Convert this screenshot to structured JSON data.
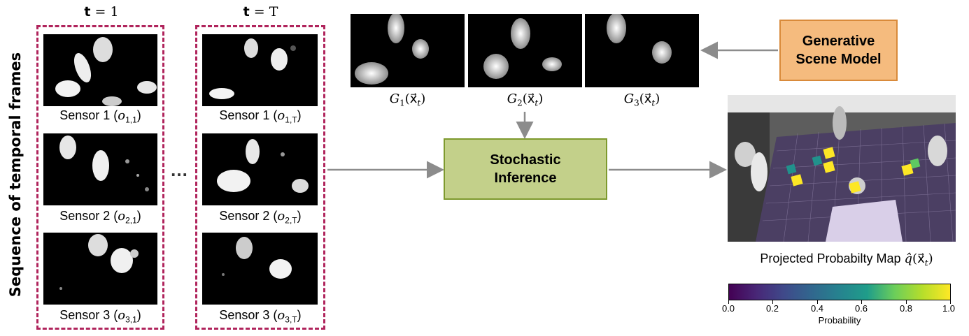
{
  "sequence_label": "Sequence of temporal frames",
  "columns": [
    {
      "bold": "t",
      "rest": " = 1"
    },
    {
      "bold": "t",
      "rest": " = T"
    }
  ],
  "sensors": [
    {
      "name": "Sensor 1",
      "sub_first": "1,1",
      "sub_last": "1,T"
    },
    {
      "name": "Sensor 2",
      "sub_first": "2,1",
      "sub_last": "2,T"
    },
    {
      "name": "Sensor 3",
      "sub_first": "3,1",
      "sub_last": "3,T"
    }
  ],
  "ellipsis": "…",
  "generated": [
    {
      "letter": "G",
      "sub": "1",
      "arg": "(x⃗",
      "argsub": "t",
      "close": ")"
    },
    {
      "letter": "G",
      "sub": "2",
      "arg": "(x⃗",
      "argsub": "t",
      "close": ")"
    },
    {
      "letter": "G",
      "sub": "3",
      "arg": "(x⃗",
      "argsub": "t",
      "close": ")"
    }
  ],
  "generative_model": {
    "line1": "Generative",
    "line2": "Scene Model"
  },
  "inference": {
    "line1": "Stochastic",
    "line2": "Inference"
  },
  "map_caption": {
    "text": "Projected Probabilty Map ",
    "q": "q̂",
    "arg": "(x⃗",
    "argsub": "t",
    "close": ")"
  },
  "colorbar": {
    "label": "Probability",
    "ticks": [
      "0.0",
      "0.2",
      "0.4",
      "0.6",
      "0.8",
      "1.0"
    ],
    "colors": [
      "#440154",
      "#3b528b",
      "#21918c",
      "#5ec962",
      "#fde725"
    ]
  }
}
